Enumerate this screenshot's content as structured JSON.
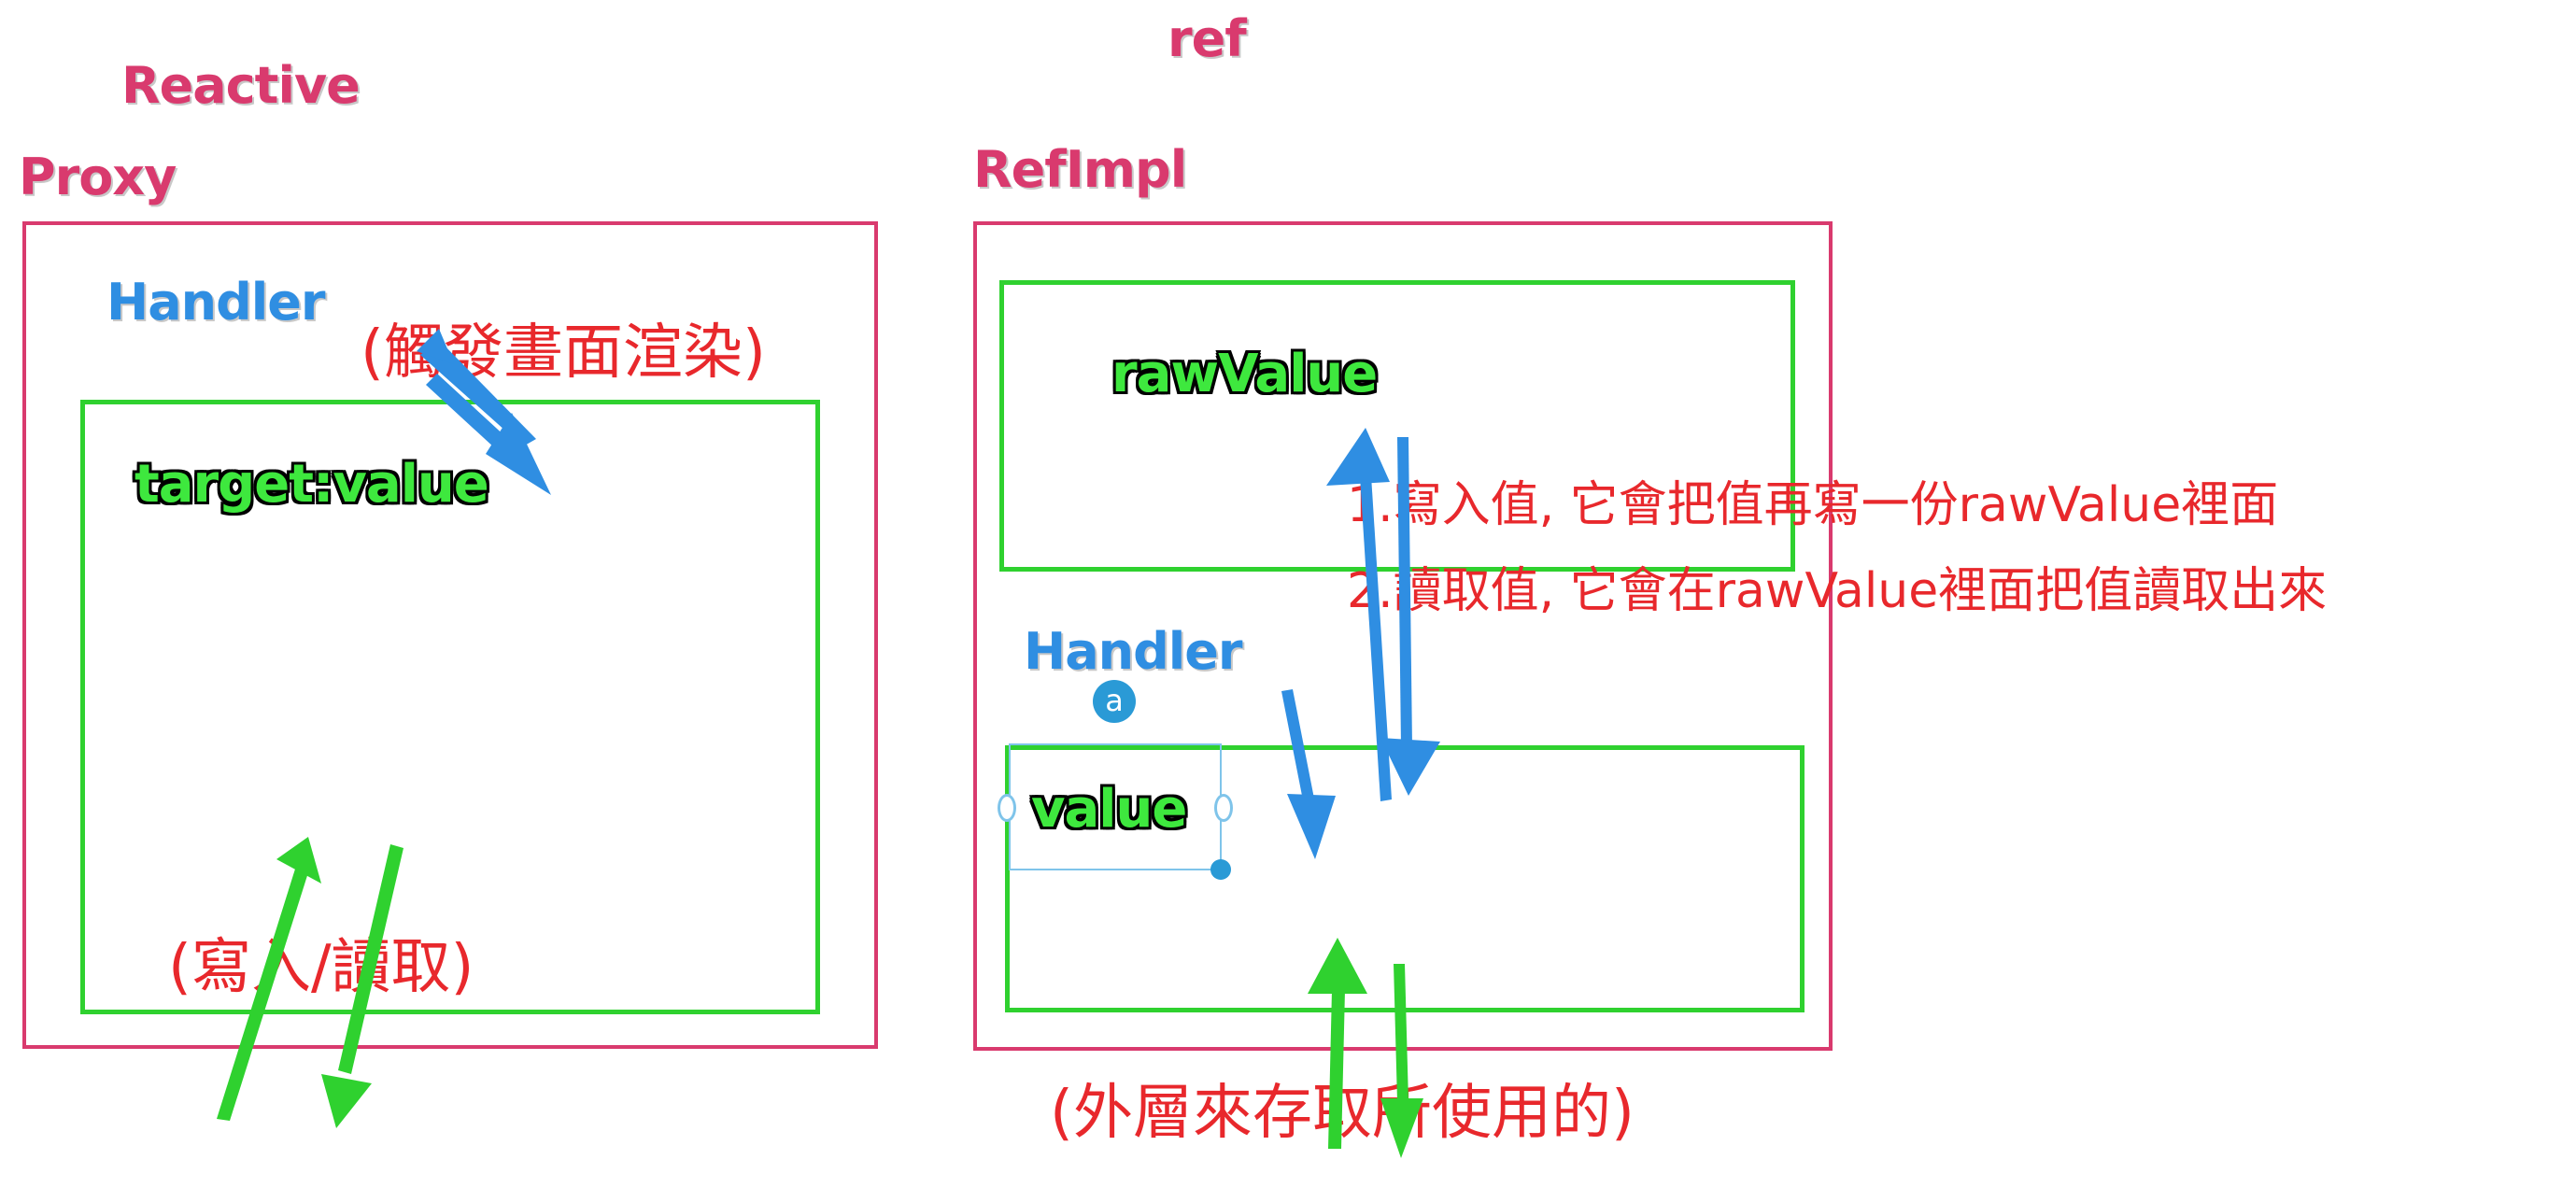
{
  "labels": {
    "reactive": "Reactive",
    "proxy": "Proxy",
    "ref": "ref",
    "refimpl": "RefImpl",
    "handler_left": "Handler",
    "handler_right": "Handler",
    "target_value": "target:value",
    "raw_value": "rawValue",
    "value": "value",
    "anchor_badge": "a"
  },
  "annotations": {
    "trigger_render": "(觸發畫面渲染)",
    "write_read": "(寫入/讀取)",
    "outer_access": "(外層來存取所使用的)",
    "note1": "1.寫入值, 它會把值再寫一份rawValue裡面",
    "note2": "2.讀取值, 它會在rawValue裡面把值讀取出來"
  },
  "colors": {
    "pink": "#d93a6e",
    "blue": "#2f8ee2",
    "green": "#3ee83e",
    "red": "#e8282c",
    "box_green": "#2fd12f"
  }
}
